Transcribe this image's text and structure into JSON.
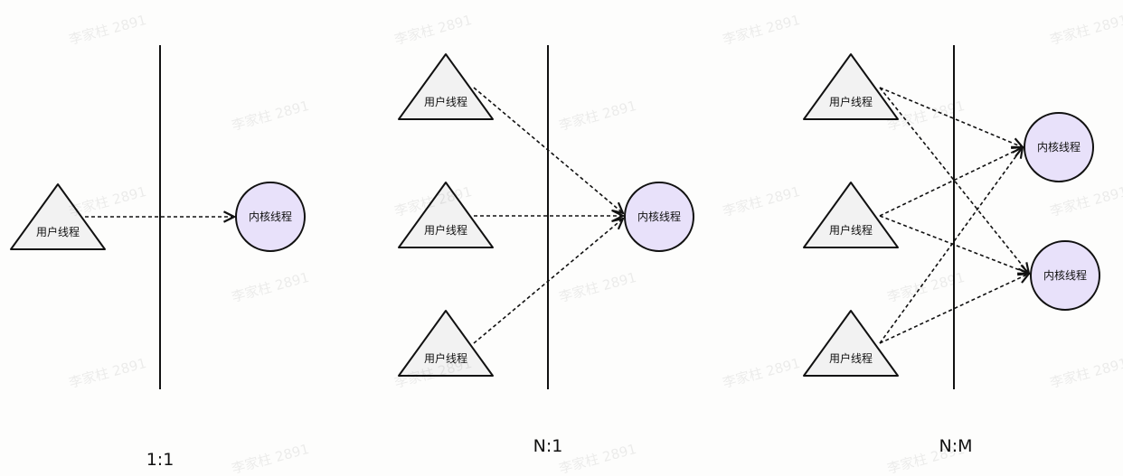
{
  "watermark": "李家柱 2891",
  "user_thread_label": "用户线程",
  "kernel_thread_label": "内核线程",
  "panels": [
    {
      "label": "1:1"
    },
    {
      "label": "N:1"
    },
    {
      "label": "N:M"
    }
  ],
  "colors": {
    "triangle_fill": "#f2f2f2",
    "circle_fill": "#e8e1fa",
    "stroke": "#111111"
  }
}
